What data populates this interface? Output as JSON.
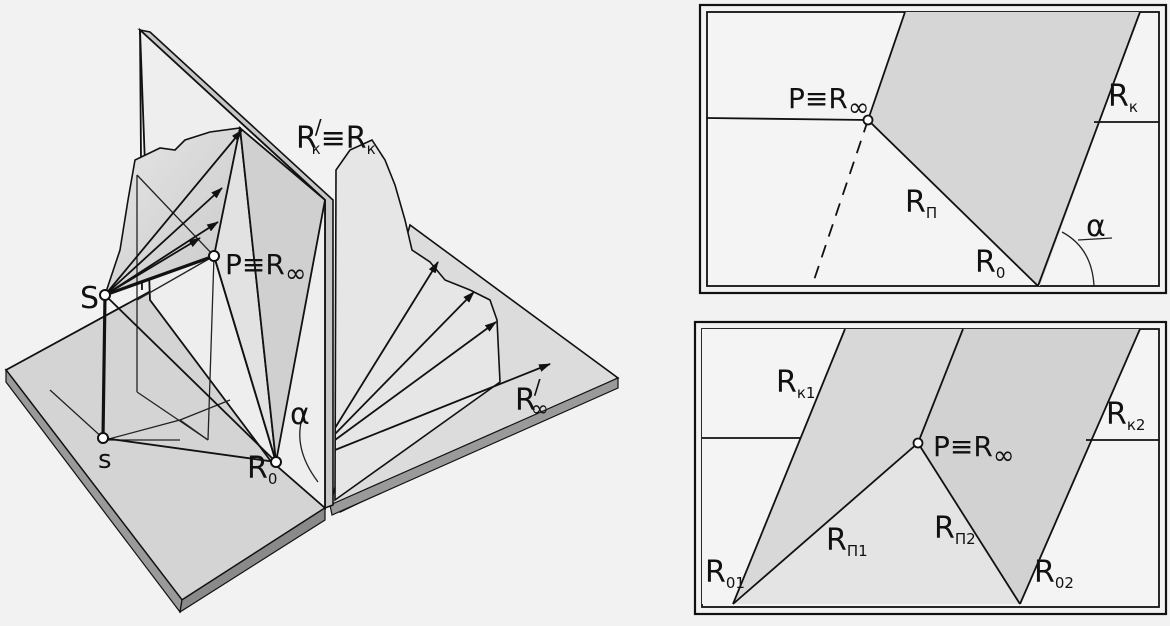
{
  "left_figure": {
    "labels": {
      "S": "S",
      "s": "s",
      "P": "P≡R",
      "P_sub": "∞",
      "alpha": "α",
      "R0": "R",
      "R0_sub": "0",
      "Rk_prime": "R",
      "Rk_prime_sub": "к",
      "Rk_prime_mark": "/",
      "Rk_equiv": "≡R",
      "Rk_sub": "к",
      "Rinf_prime": "R",
      "Rinf_prime_sub": "∞",
      "Rinf_prime_mark": "/"
    }
  },
  "top_right_panel": {
    "labels": {
      "P": "P≡R",
      "P_sub": "∞",
      "Rk": "R",
      "Rk_sub": "к",
      "Rp": "R",
      "Rp_sub": "П",
      "R0": "R",
      "R0_sub": "0",
      "alpha": "α"
    }
  },
  "bottom_right_panel": {
    "labels": {
      "Rk1": "R",
      "Rk1_sub": "к1",
      "Rk2": "R",
      "Rk2_sub": "к2",
      "P": "P≡R",
      "P_sub": "∞",
      "Rp1": "R",
      "Rp1_sub": "П1",
      "Rp2": "R",
      "Rp2_sub": "П2",
      "R01": "R",
      "R01_sub": "01",
      "R02": "R",
      "R02_sub": "02"
    }
  },
  "colors": {
    "ink": "#111111",
    "paper": "#f2f2f2",
    "plane_fill": "#d9d9d9",
    "shadow_fill": "#bdbdbd"
  }
}
